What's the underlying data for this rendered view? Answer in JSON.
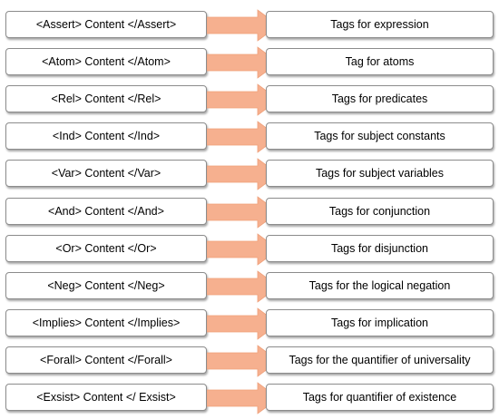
{
  "colors": {
    "arrow": "#F6B08F",
    "arrow_stroke": "#EFA07A",
    "box_border": "#8C8C8C"
  },
  "rows": [
    {
      "tag": "<Assert> Content </Assert>",
      "description": "Tags for expression"
    },
    {
      "tag": "<Atom> Content </Atom>",
      "description": "Tag for atoms"
    },
    {
      "tag": "<Rel> Content </Rel>",
      "description": "Tags for predicates"
    },
    {
      "tag": "<Ind> Content </Ind>",
      "description": "Tags for subject constants"
    },
    {
      "tag": "<Var> Content </Var>",
      "description": "Tags for subject variables"
    },
    {
      "tag": "<And> Content </And>",
      "description": "Tags for conjunction"
    },
    {
      "tag": "<Or> Content </Or>",
      "description": "Tags for disjunction"
    },
    {
      "tag": "<Neg> Content </Neg>",
      "description": "Tags for the logical negation"
    },
    {
      "tag": "<Implies> Content </Implies>",
      "description": "Tags for implication"
    },
    {
      "tag": "<Forall> Content </Forall>",
      "description": "Tags for the quantifier of universality"
    },
    {
      "tag": "<Exsist> Content </ Exsist>",
      "description": "Tags for quantifier of existence"
    }
  ]
}
